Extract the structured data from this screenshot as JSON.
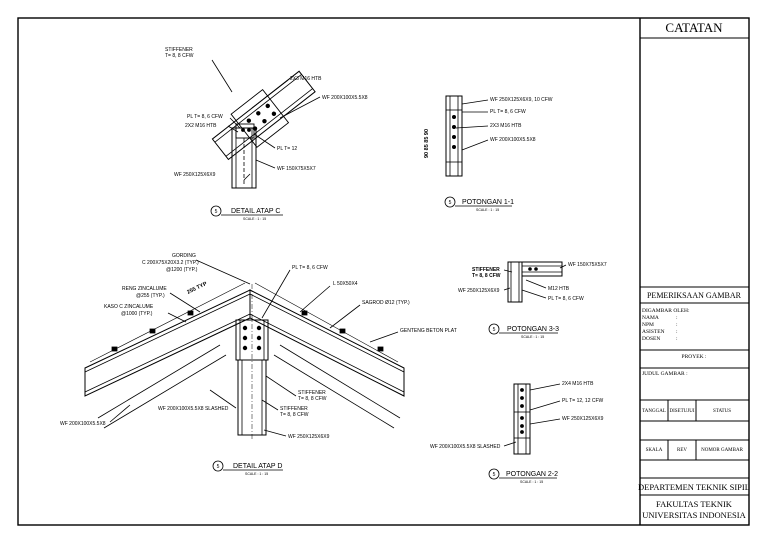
{
  "title_block": {
    "notes_title": "CATATAN",
    "check_title": "PEMERIKSAAN GAMBAR",
    "drawn_by_label": "DIGAMBAR OLEH:",
    "name_label": "NAMA",
    "npm_label": "NPM",
    "assistant_label": "ASISTEN",
    "lecturer_label": "DOSEN",
    "colon": ":",
    "project_label": "PROYEK :",
    "drawing_title_label": "JUDUL GAMBAR :",
    "date_label": "TANGGAL",
    "approved_label": "DISETUJUI",
    "status_label": "STATUS",
    "scale_label": "SKALA",
    "rev_label": "REV",
    "drawing_no_label": "NOMOR GAMBAR",
    "department": "DEPARTEMEN TEKNIK SIPIL",
    "faculty_line1": "FAKULTAS TEKNIK",
    "faculty_line2": "UNIVERSITAS INDONESIA"
  },
  "details": {
    "detail_c": {
      "number": "5",
      "title": "DETAIL ATAP C",
      "scale": "SCALE  :  1 : 15"
    },
    "section_11": {
      "number": "5",
      "title": "POTONGAN 1-1",
      "scale": "SCALE  :  1 : 15"
    },
    "detail_d": {
      "number": "5",
      "title": "DETAIL ATAP D",
      "scale": "SCALE  :  1 : 15"
    },
    "section_33": {
      "number": "5",
      "title": "POTONGAN 3-3",
      "scale": "SCALE  :  1 : 15"
    },
    "section_22": {
      "number": "5",
      "title": "POTONGAN 2-2",
      "scale": "SCALE  :  1 : 15"
    }
  },
  "annotations": {
    "c_stiffener": "STIFFENER",
    "c_stiffener_t": "T= 8, 8 CFW",
    "c_bolt_top": "2X3 M16 HTB",
    "c_wf200": "WF 200X100X5.5X8",
    "c_plate8": "PL T= 8, 6 CFW",
    "c_bolt_mid": "2X2 M16 HTB",
    "c_plate12": "PL T= 12",
    "c_wf150": "WF 150X75X5X7",
    "c_wf250": "WF 250X125X6X9",
    "s11_wf250": "WF 250X125X6X9, 10 CFW",
    "s11_plate": "PL T= 8, 6 CFW",
    "s11_bolt": "2X3 M16 HTB",
    "s11_wf200": "WF 200X100X5.5X8",
    "s11_dims": "90 85 85 90",
    "d_gording": "GORDING",
    "d_gording_c": "C 200X75X20X3.2 (TYP.)",
    "d_gording_spacing": "@1200 (TYP.)",
    "d_reng": "RENG ZINCALUME",
    "d_reng_spacing": "@255 (TYP.)",
    "d_kaso": "KASO C ZINCALUME",
    "d_kaso_spacing": "@1000 (TYP.)",
    "d_typ": "255 TYP",
    "d_plate_top": "PL T= 8, 6 CFW",
    "d_angle": "L 50X50X4",
    "d_sagrod": "SAGROD Ø12 (TYP.)",
    "d_genteng": "GENTENG BETON PLAT",
    "d_stiffener": "STIFFENER",
    "d_stiffener_t": "T= 8, 8 CFW",
    "d_stiffener2": "STIFFENER",
    "d_stiffener2_t": "T= 8, 8 CFW",
    "d_wf200_slashed": "WF 200X100X5.5X8 SLASHED",
    "d_wf250": "WF 250X125X6X9",
    "d_wf200": "WF 200X100X5.5X8",
    "s33_wf150": "WF 150X75X5X7",
    "s33_stiffener": "STIFFENER",
    "s33_stiffener_t": "T= 8, 8 CFW",
    "s33_wf250": "WF 250X125X6X9",
    "s33_bolt": "M12 HTB",
    "s33_plate": "PL T= 8, 6 CFW",
    "s22_bolt": "2X4 M16 HTB",
    "s22_plate": "PL T= 12, 12 CFW",
    "s22_wf250": "WF 250X125X6X9",
    "s22_wf200": "WF 200X100X5.5X8 SLASHED"
  }
}
